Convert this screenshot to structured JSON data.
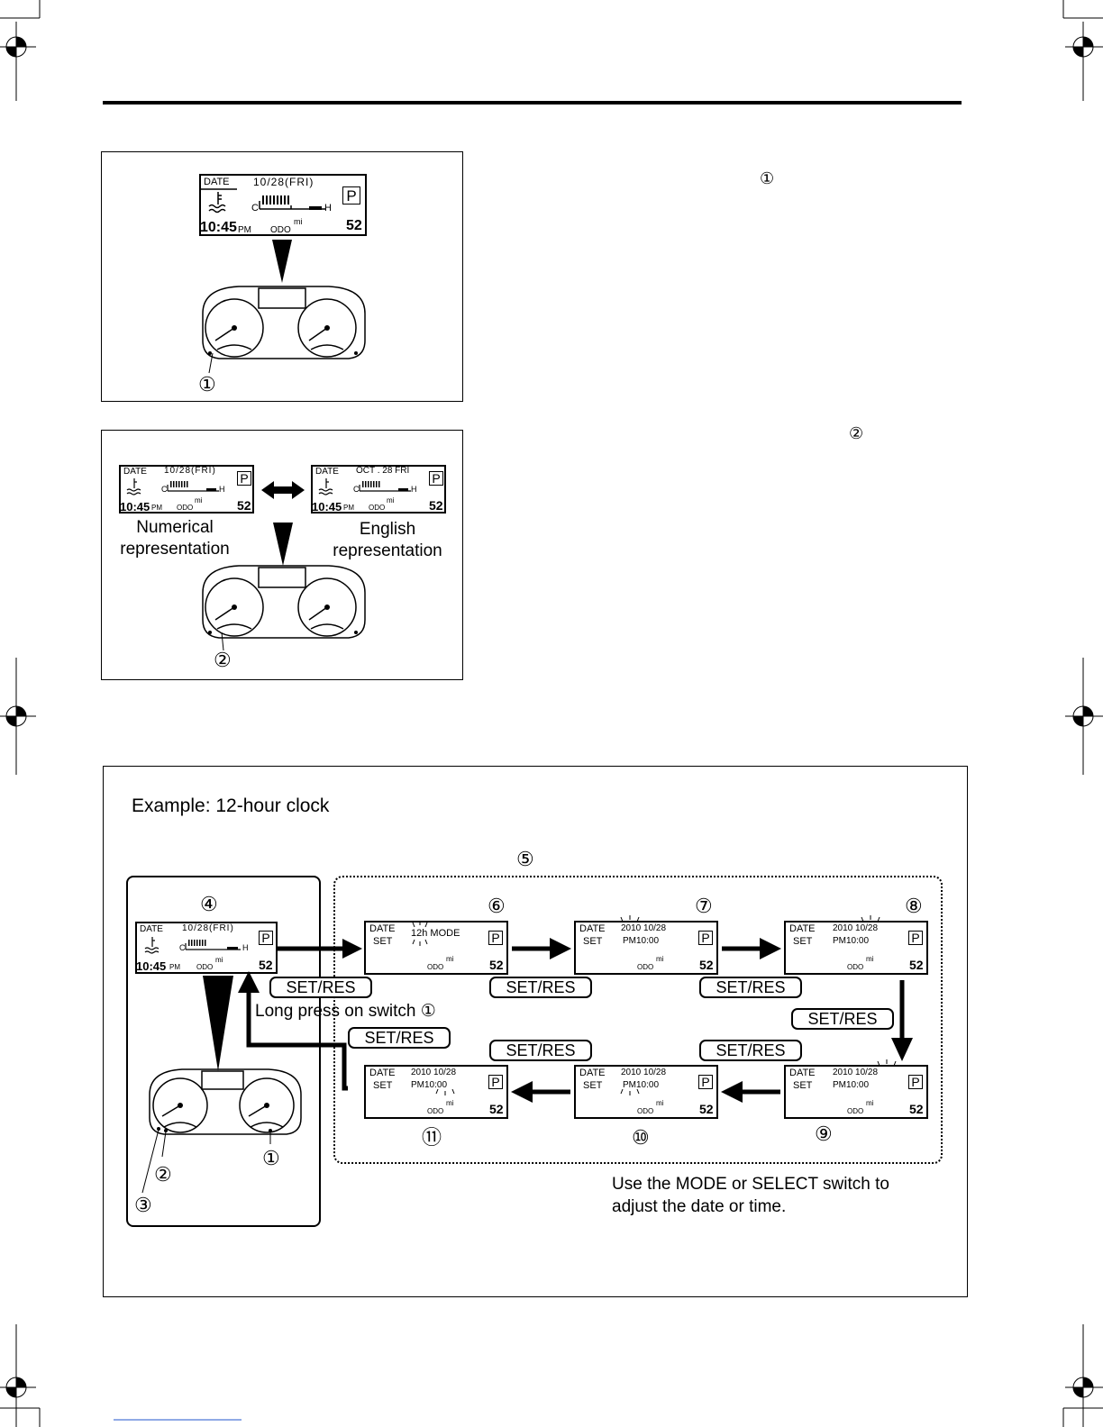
{
  "lcd": {
    "date_label": "DATE",
    "set_label": "SET",
    "date_numeric": "10/28(FRI)",
    "date_english": "OCT . 28  FRI",
    "time": "10:45",
    "pm": "PM",
    "odo": "ODO",
    "mi": "mi",
    "odo_value": "52",
    "gear": "P",
    "temp_c": "C",
    "temp_h": "H",
    "mode_12h": "12h MODE",
    "year_date": "2010  10/28",
    "set_time": "PM10:00"
  },
  "fig1": {
    "callout": "①"
  },
  "fig2": {
    "callout": "②",
    "caption_left": "Numerical representation",
    "caption_right": "English representation"
  },
  "text_callouts": {
    "one": "①",
    "two": "②"
  },
  "fig3": {
    "title": "Example: 12-hour clock",
    "callouts": [
      "①",
      "②",
      "③",
      "④",
      "⑤",
      "⑥",
      "⑦",
      "⑧",
      "⑨",
      "⑩",
      "⑪"
    ],
    "button_label": "SET/RES",
    "long_press": "Long press on switch ①",
    "note_line1": "Use the MODE or SELECT switch to",
    "note_line2": "adjust the date or time."
  }
}
